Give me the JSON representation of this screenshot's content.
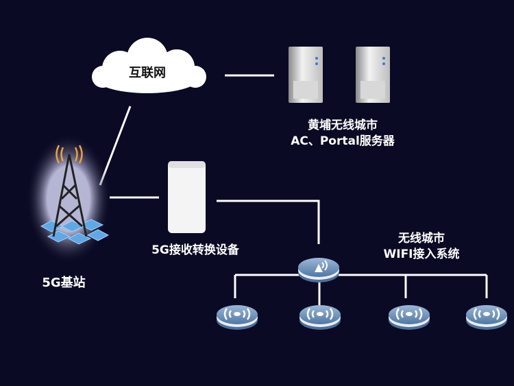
{
  "cloud": {
    "label": "互联网"
  },
  "servers": {
    "line1": "黄埔无线城市",
    "line2": "AC、Portal服务器"
  },
  "router": {
    "label": "5G接收转换设备"
  },
  "tower": {
    "label": "5G基站"
  },
  "wifi": {
    "line1": "无线城市",
    "line2": "WIFI接入系统"
  },
  "colors": {
    "background": "#0a0a24",
    "ap": "#6f93bb",
    "hex": "#5ea8e6",
    "signal": "#f0a040"
  }
}
